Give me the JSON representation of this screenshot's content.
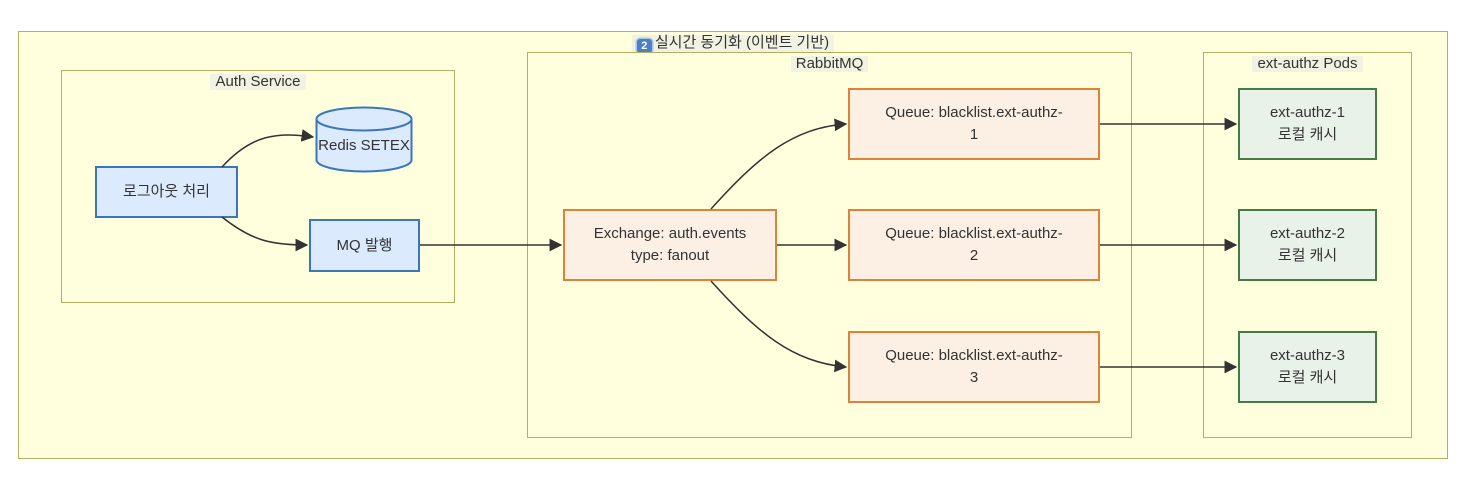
{
  "diagram": {
    "type": "flowchart",
    "step_badge": "2",
    "title": "실시간 동기화 (이벤트 기반)",
    "clusters": {
      "auth": {
        "label": "Auth Service"
      },
      "rabbitmq": {
        "label": "RabbitMQ"
      },
      "pods": {
        "label": "ext-authz Pods"
      }
    },
    "nodes": {
      "logout": {
        "label": "로그아웃 처리",
        "shape": "rect",
        "style": "blue"
      },
      "redis": {
        "label": "Redis SETEX",
        "shape": "cylinder",
        "style": "blue"
      },
      "mq": {
        "label": "MQ 발행",
        "shape": "rect",
        "style": "blue"
      },
      "exchange": {
        "line1": "Exchange: auth.events",
        "line2": "type: fanout",
        "shape": "rect",
        "style": "orange"
      },
      "queue1": {
        "line1": "Queue: blacklist.ext-authz-",
        "line2": "1",
        "shape": "rect",
        "style": "orange"
      },
      "queue2": {
        "line1": "Queue: blacklist.ext-authz-",
        "line2": "2",
        "shape": "rect",
        "style": "orange"
      },
      "queue3": {
        "line1": "Queue: blacklist.ext-authz-",
        "line2": "3",
        "shape": "rect",
        "style": "orange"
      },
      "pod1": {
        "line1": "ext-authz-1",
        "line2": "로컬 캐시",
        "shape": "rect",
        "style": "green"
      },
      "pod2": {
        "line1": "ext-authz-2",
        "line2": "로컬 캐시",
        "shape": "rect",
        "style": "green"
      },
      "pod3": {
        "line1": "ext-authz-3",
        "line2": "로컬 캐시",
        "shape": "rect",
        "style": "green"
      }
    },
    "edges": [
      {
        "from": "logout",
        "to": "redis"
      },
      {
        "from": "logout",
        "to": "mq"
      },
      {
        "from": "mq",
        "to": "exchange"
      },
      {
        "from": "exchange",
        "to": "queue1"
      },
      {
        "from": "exchange",
        "to": "queue2"
      },
      {
        "from": "exchange",
        "to": "queue3"
      },
      {
        "from": "queue1",
        "to": "pod1"
      },
      {
        "from": "queue2",
        "to": "pod2"
      },
      {
        "from": "queue3",
        "to": "pod3"
      }
    ],
    "colors": {
      "canvas_bg": "#ffffff",
      "cluster_fill": "#ffffde",
      "cluster_border": "#b2b063",
      "blue_fill": "#dbeafd",
      "blue_border": "#3b76bb",
      "orange_fill": "#fbf0e3",
      "orange_border": "#dd8237",
      "green_fill": "#e9f2e9",
      "green_border": "#467a43",
      "badge_bg": "#4d7fc4",
      "edge_stroke": "#333333",
      "text": "#333333"
    }
  }
}
